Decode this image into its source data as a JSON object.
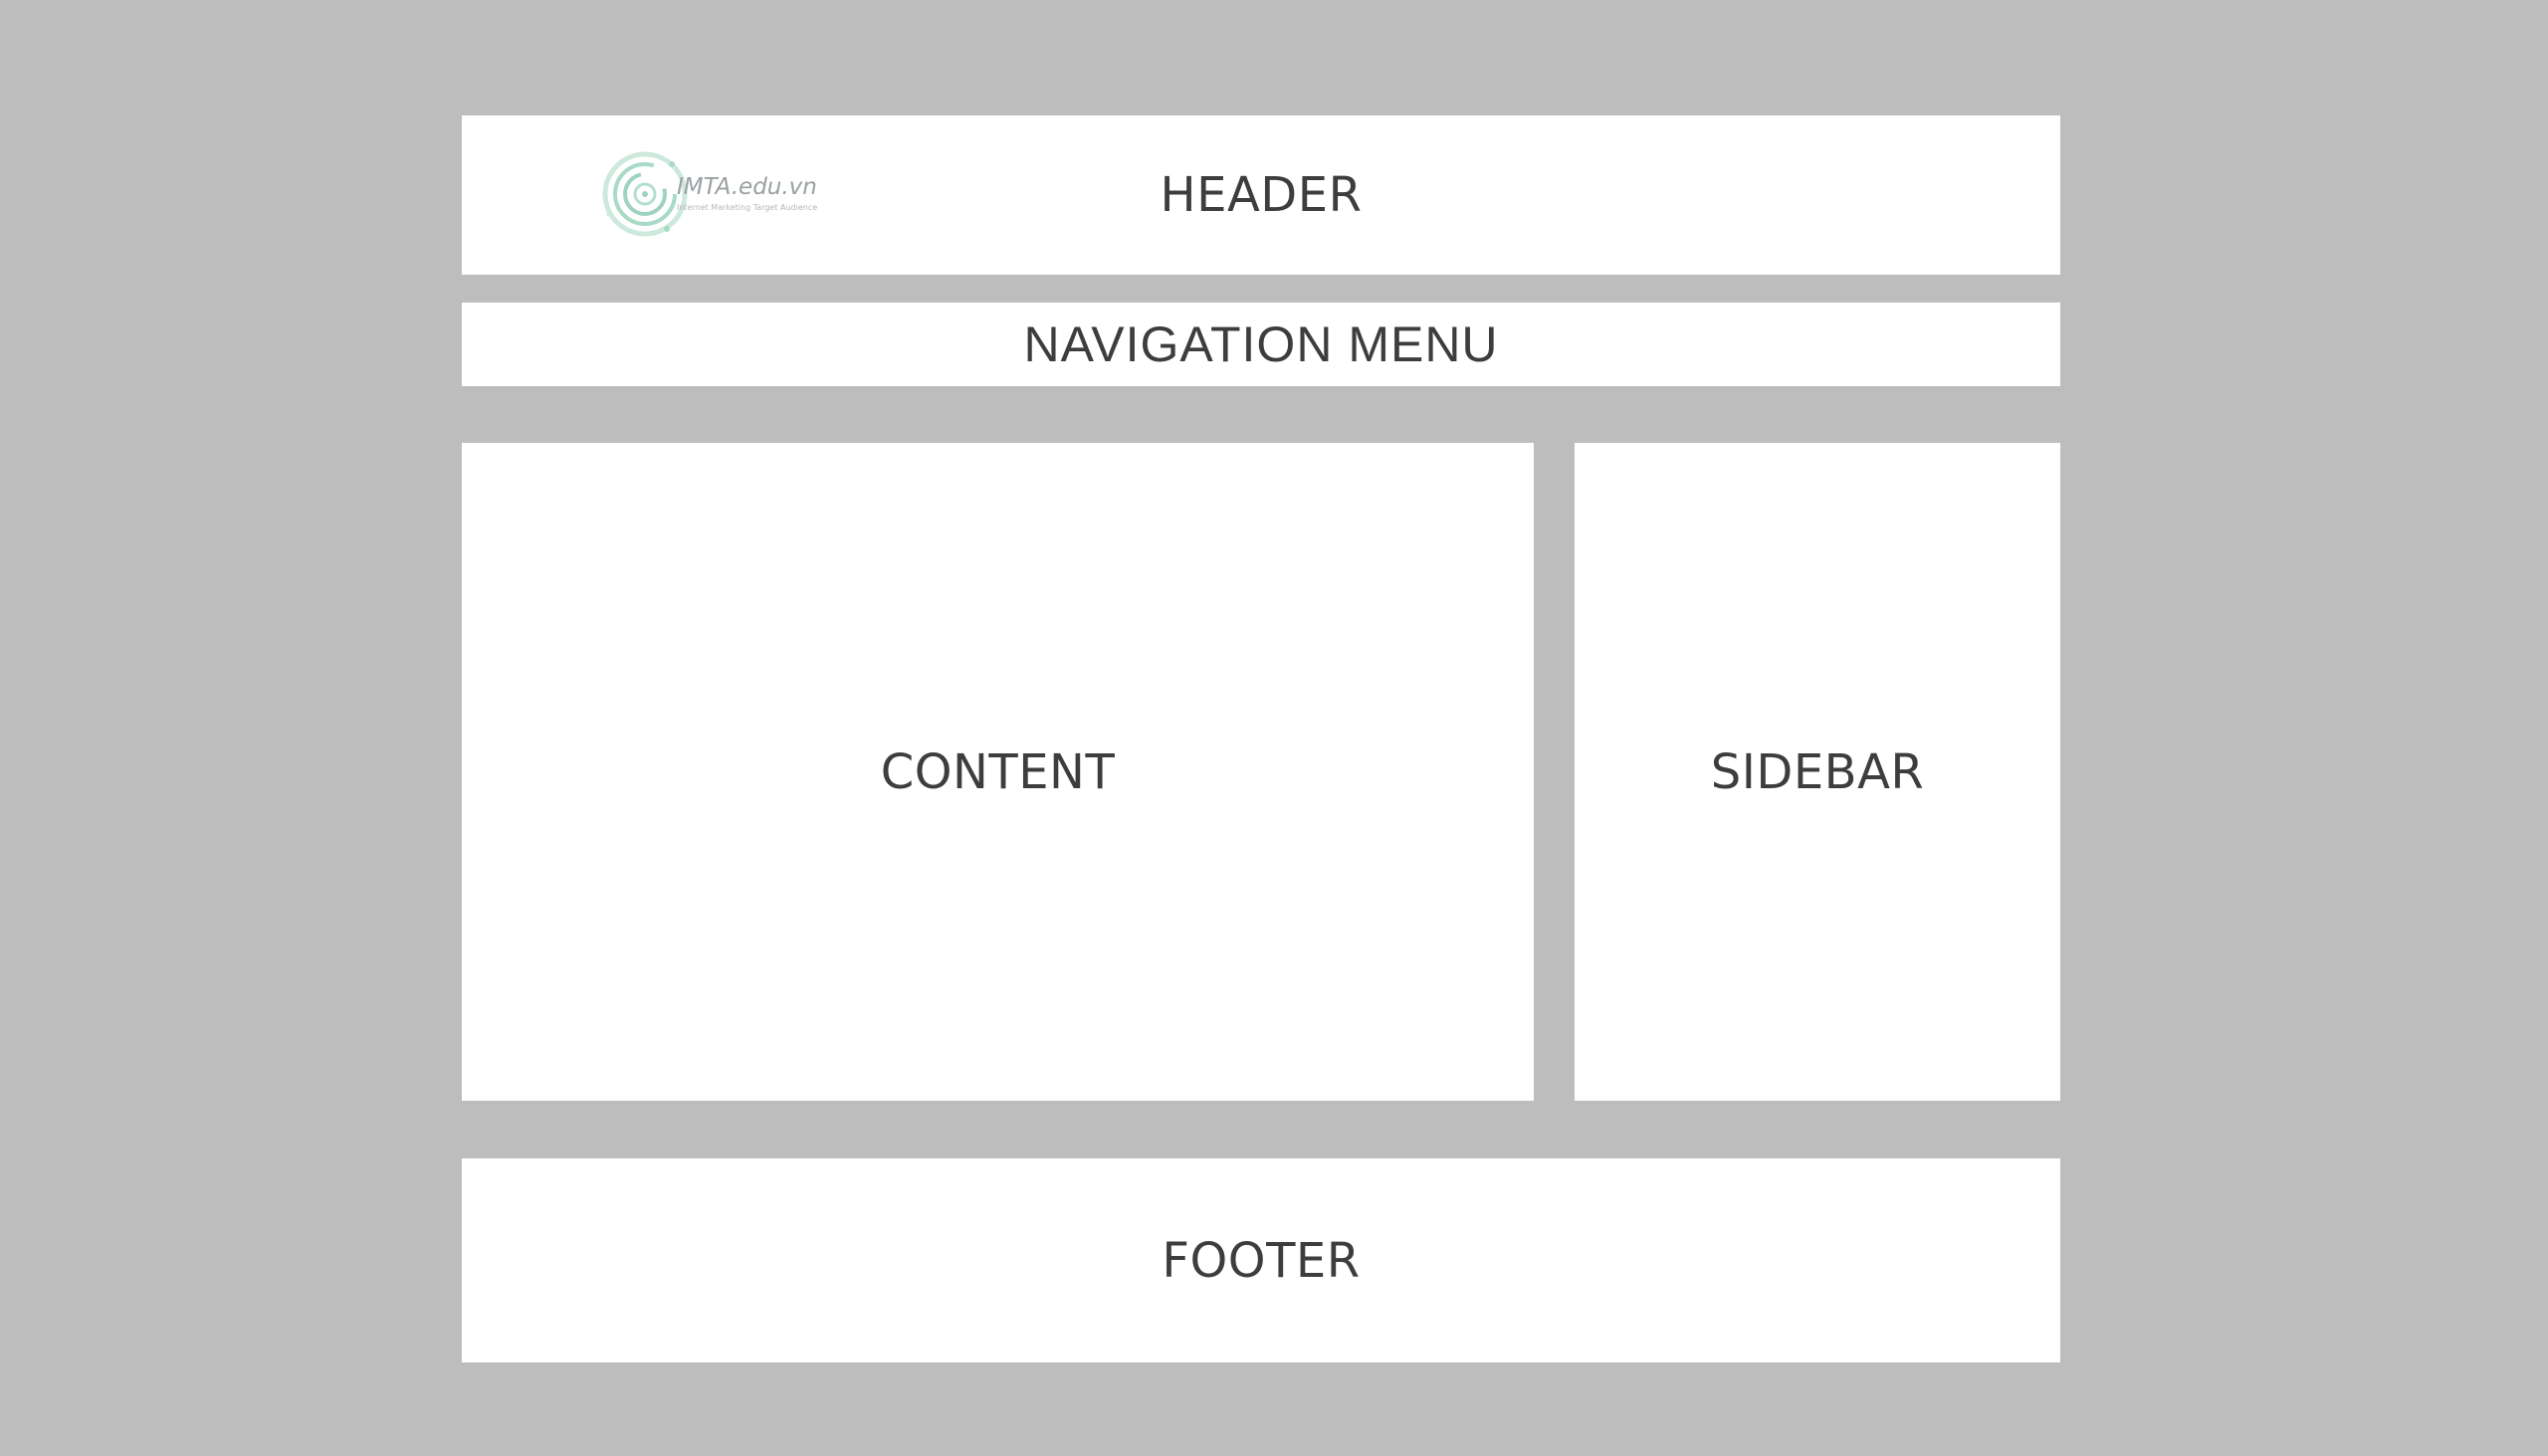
{
  "header": {
    "label": "HEADER"
  },
  "logo": {
    "name": "IMTA.edu.vn",
    "tagline": "Internet Marketing Target Audience",
    "icon": "circular-logo-icon",
    "color_primary": "#9fd3c0",
    "color_secondary": "#c8e6d8"
  },
  "navigation": {
    "label": "NAVIGATION MENU"
  },
  "content": {
    "label": "CONTENT"
  },
  "sidebar": {
    "label": "SIDEBAR"
  },
  "footer": {
    "label": "FOOTER"
  },
  "colors": {
    "background": "#bdbdbd",
    "box": "#ffffff",
    "text": "#3d3d3d"
  }
}
